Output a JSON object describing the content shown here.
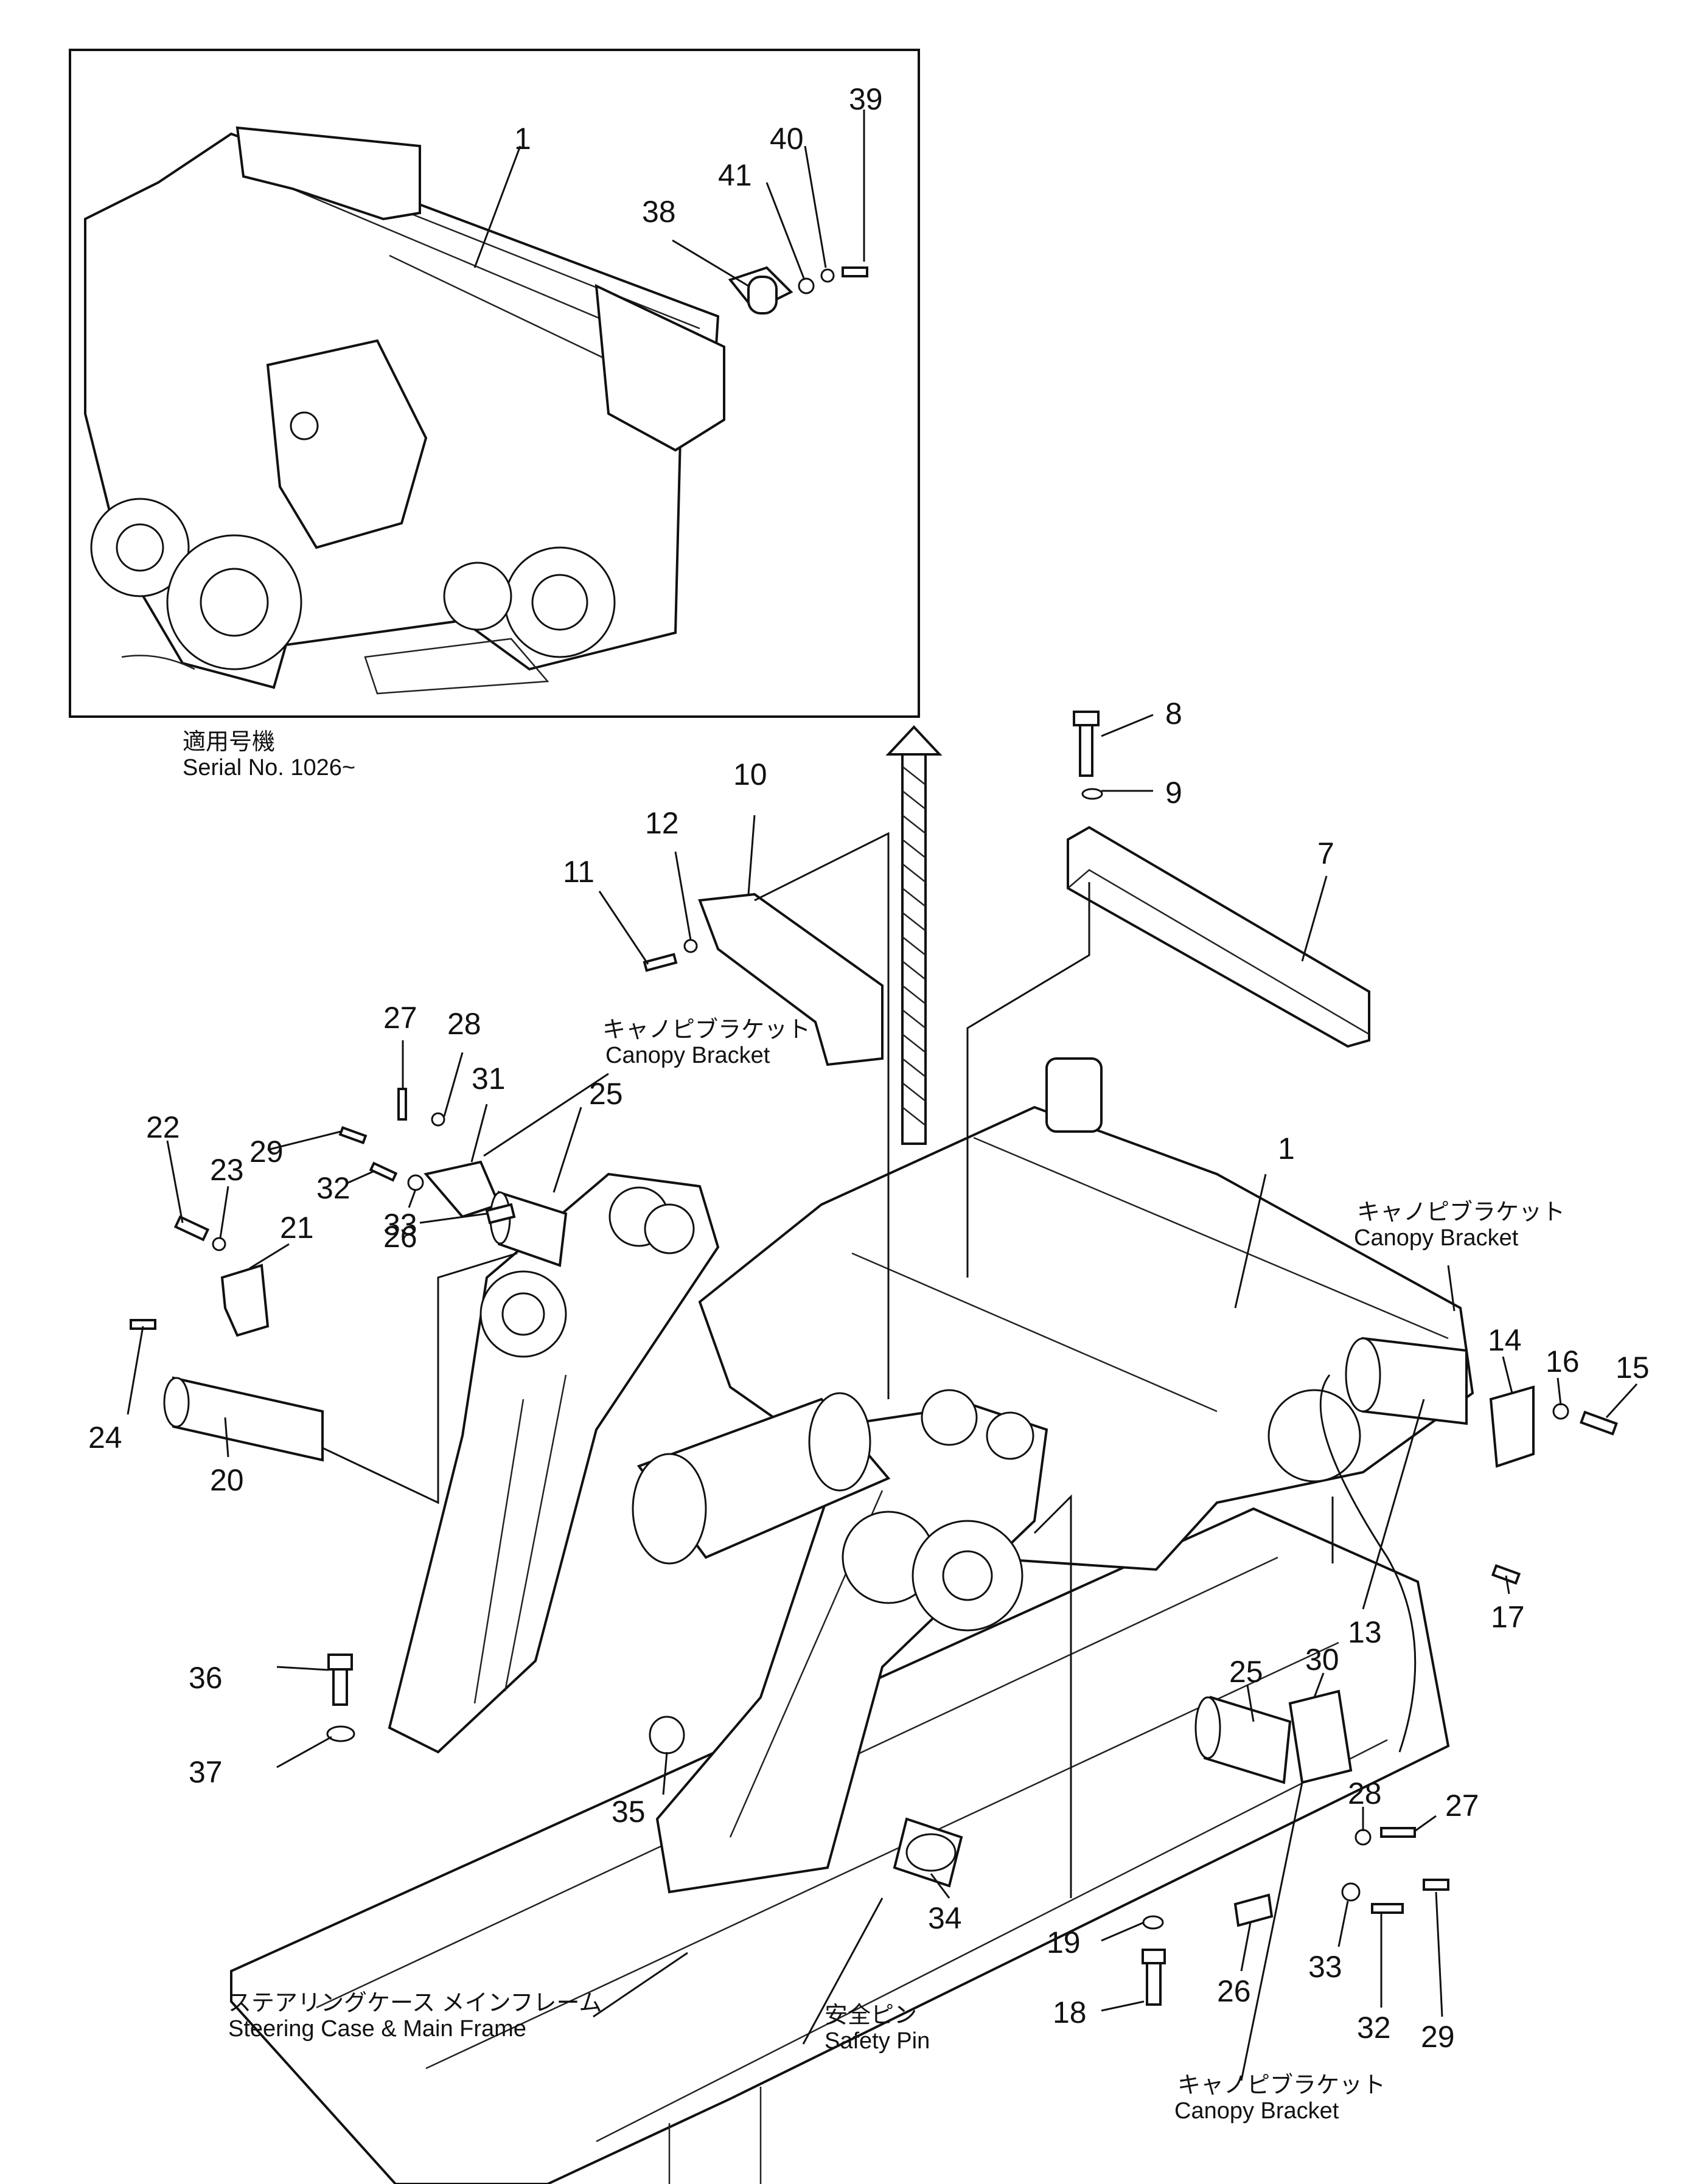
{
  "inset": {
    "caption_jp": "適用号機",
    "caption_en": "Serial No. 1026~"
  },
  "callouts": [
    "1",
    "39",
    "40",
    "41",
    "38",
    "8",
    "9",
    "10",
    "12",
    "11",
    "7",
    "27",
    "28",
    "31",
    "29",
    "32",
    "33",
    "25",
    "22",
    "23",
    "21",
    "26",
    "24",
    "20",
    "1",
    "14",
    "16",
    "15",
    "36",
    "37",
    "35",
    "13",
    "17",
    "25",
    "30",
    "28",
    "27",
    "34",
    "19",
    "26",
    "33",
    "32",
    "29",
    "18"
  ],
  "annotations": {
    "canopy_bracket_jp": "キャノピブラケット",
    "canopy_bracket_en": "Canopy Bracket",
    "steering_case_jp": "ステアリングケース メインフレーム",
    "steering_case_en": "Steering Case & Main Frame",
    "safety_pin_jp": "安全ピン",
    "safety_pin_en": "Safety Pin"
  }
}
